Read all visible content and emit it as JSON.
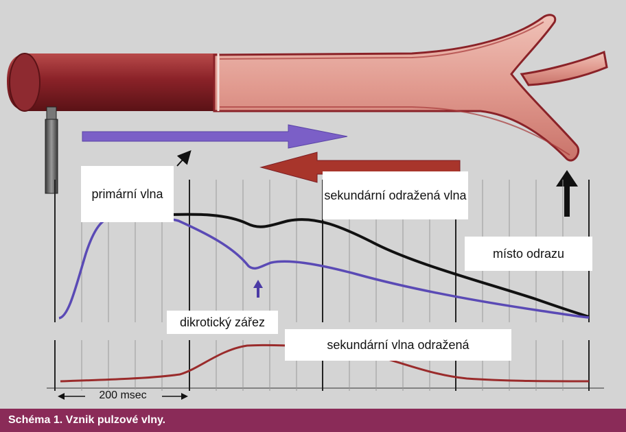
{
  "labels": {
    "primary_wave": "primární vlna",
    "secondary_reflected": "sekundární odražená vlna",
    "reflection_site": "místo odrazu",
    "dicrotic_notch": "dikrotický zářez",
    "secondary_wave_reflected": "sekundární vlna odražená",
    "time_scale": "200 msec"
  },
  "caption": "Schéma 1. Vznik pulzové vlny.",
  "colors": {
    "caption_bg": "#8a2b58",
    "artery_dark": "#7a1c22",
    "artery_light": "#e4a49a",
    "forward_arrow": "#7b5fc7",
    "backward_arrow": "#a8352b",
    "primary_curve": "#5a4ab5",
    "combined_curve": "#111111",
    "secondary_curve": "#9a2b2b"
  }
}
